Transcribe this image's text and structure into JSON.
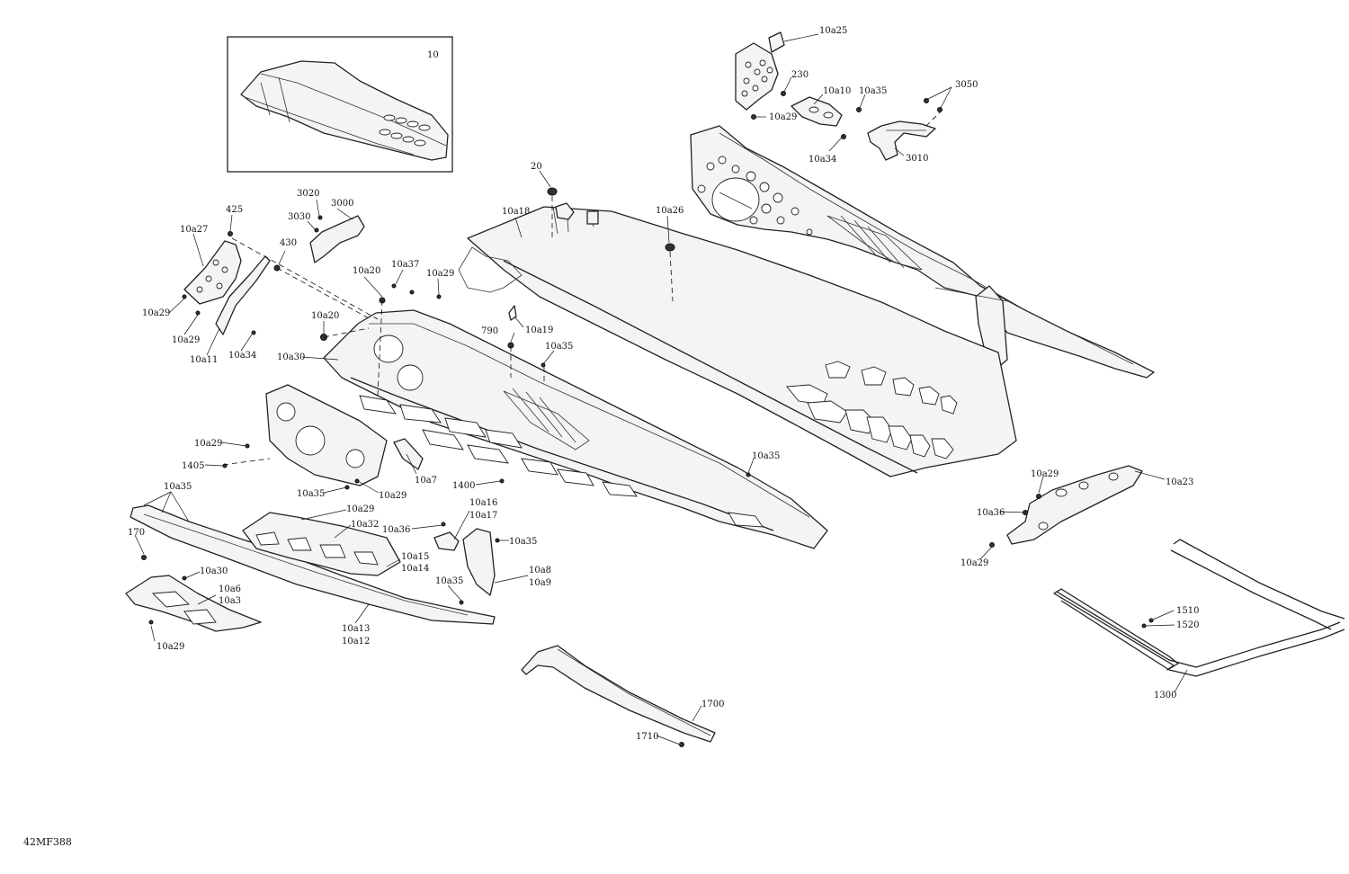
{
  "diagram": {
    "reference_code": "42MF388",
    "inset_label": "10",
    "labels": [
      "10a25",
      "230",
      "10a10",
      "10a35",
      "3050",
      "10a29",
      "10a34",
      "3010",
      "20",
      "10a18",
      "10a26",
      "3020",
      "3000",
      "3030",
      "425",
      "10a27",
      "430",
      "10a29",
      "10a29",
      "10a11",
      "10a34",
      "10a20",
      "10a37",
      "10a29",
      "10a20",
      "10a30",
      "790",
      "10a19",
      "10a35",
      "10a29",
      "1405",
      "10a35",
      "10a29",
      "10a7",
      "1400",
      "10a35",
      "10a35",
      "10a29",
      "10a32",
      "170",
      "10a15",
      "10a14",
      "10a30",
      "10a6",
      "10a3",
      "10a29",
      "10a13",
      "10a12",
      "10a16",
      "10a17",
      "10a36",
      "10a35",
      "10a35",
      "10a8",
      "10a9",
      "10a29",
      "10a23",
      "10a36",
      "10a29",
      "1510",
      "1520",
      "1300",
      "1700",
      "1710"
    ]
  }
}
